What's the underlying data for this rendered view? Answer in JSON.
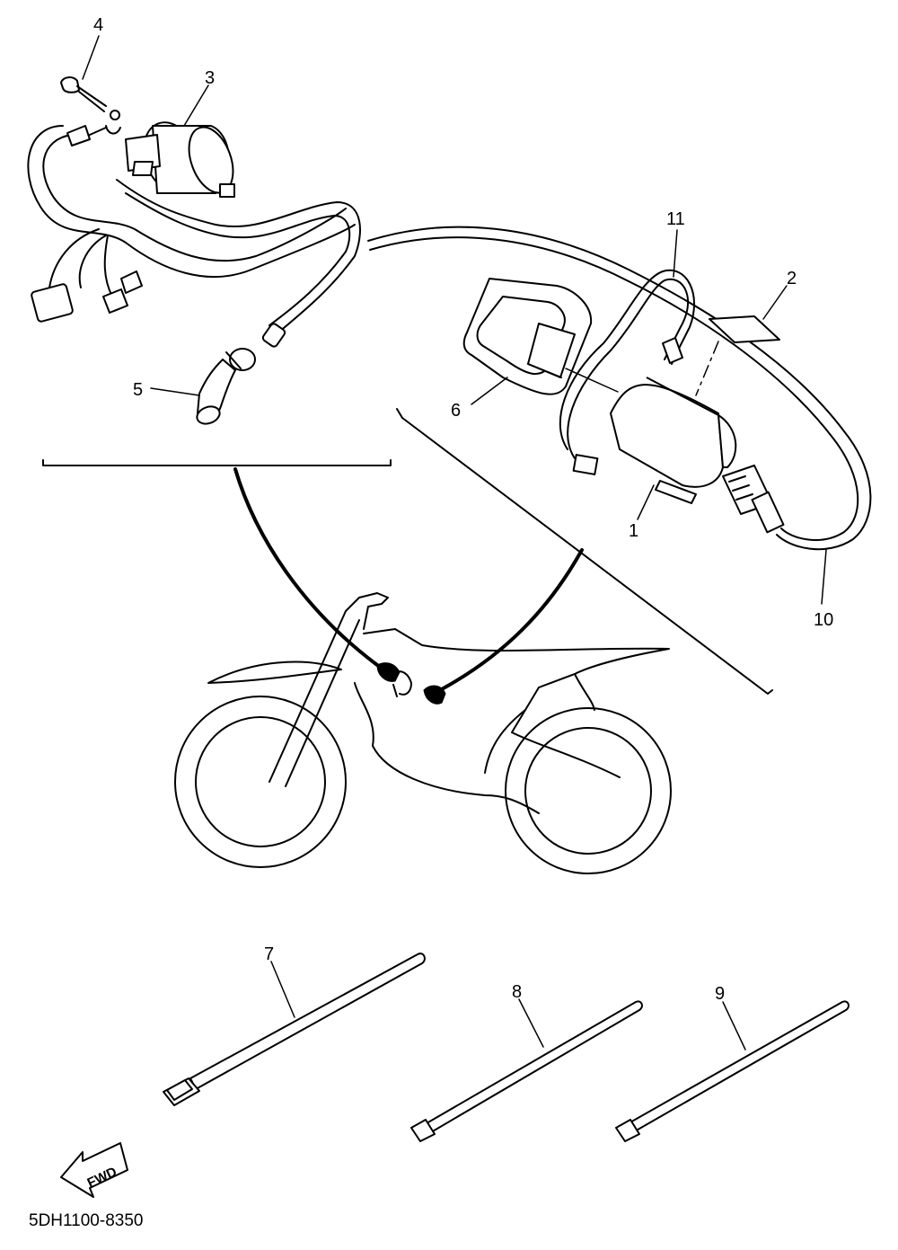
{
  "diagram": {
    "callouts": [
      "1",
      "2",
      "3",
      "4",
      "5",
      "6",
      "7",
      "8",
      "9",
      "10",
      "11"
    ],
    "fwd_label": "FWD",
    "drawing_code": "5DH1100-8350"
  }
}
